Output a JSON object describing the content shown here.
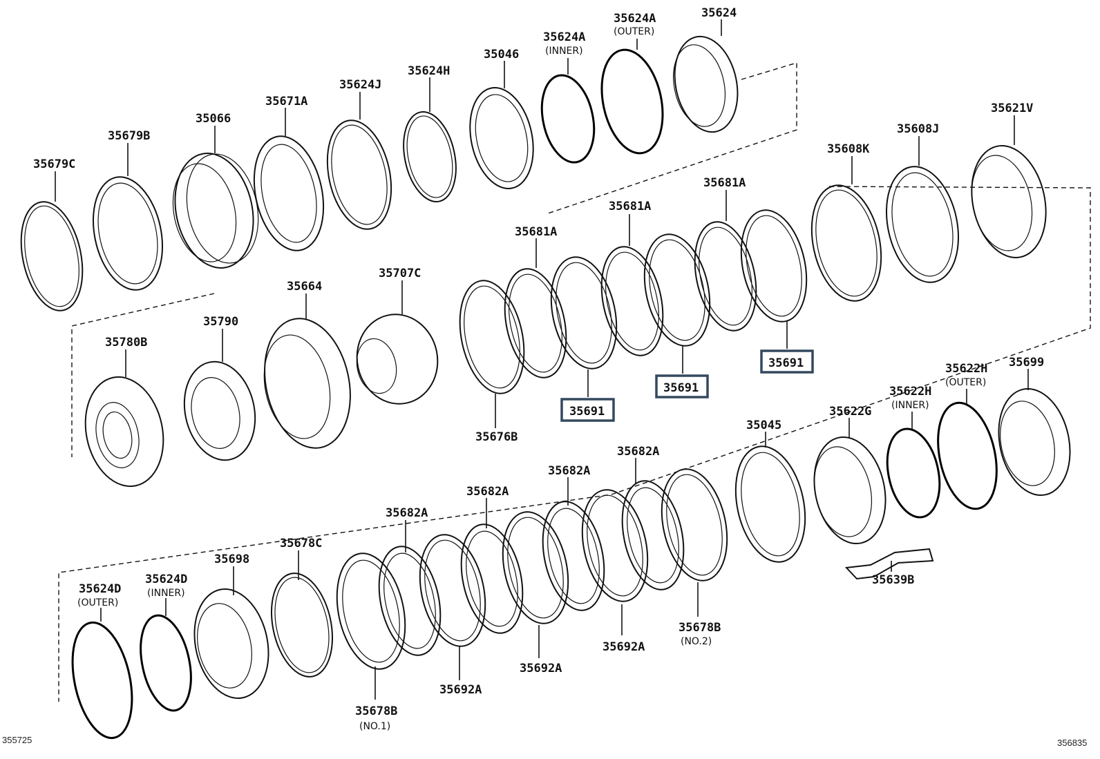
{
  "labels": {
    "p35679C": "35679C",
    "p35679B": "35679B",
    "p35066": "35066",
    "p35671A": "35671A",
    "p35624J": "35624J",
    "p35624H": "35624H",
    "p35046": "35046",
    "p35624A_inner": "35624A",
    "p35624A_inner_sub": "(INNER)",
    "p35624A_outer": "35624A",
    "p35624A_outer_sub": "(OUTER)",
    "p35624": "35624",
    "p35621V": "35621V",
    "p35608J": "35608J",
    "p35608K": "35608K",
    "p35681A_1": "35681A",
    "p35681A_2": "35681A",
    "p35681A_3": "35681A",
    "p35664": "35664",
    "p35707C": "35707C",
    "p35790": "35790",
    "p35780B": "35780B",
    "p35676B": "35676B",
    "p35691_1": "35691",
    "p35691_2": "35691",
    "p35691_3": "35691",
    "p35045": "35045",
    "p35622G": "35622G",
    "p35622H_inner": "35622H",
    "p35622H_inner_sub": "(INNER)",
    "p35622H_outer": "35622H",
    "p35622H_outer_sub": "(OUTER)",
    "p35699": "35699",
    "p35639B": "35639B",
    "p35682A_1": "35682A",
    "p35682A_2": "35682A",
    "p35682A_3": "35682A",
    "p35682A_4": "35682A",
    "p35698": "35698",
    "p35678C": "35678C",
    "p35624D_outer": "35624D",
    "p35624D_outer_sub": "(OUTER)",
    "p35624D_inner": "35624D",
    "p35624D_inner_sub": "(INNER)",
    "p35678B_1": "35678B",
    "p35678B_1_sub": "(NO.1)",
    "p35678B_2": "35678B",
    "p35678B_2_sub": "(NO.2)",
    "p35692A_1": "35692A",
    "p35692A_2": "35692A",
    "p35692A_3": "35692A"
  },
  "corners": {
    "left": "355725",
    "right": "356835"
  }
}
